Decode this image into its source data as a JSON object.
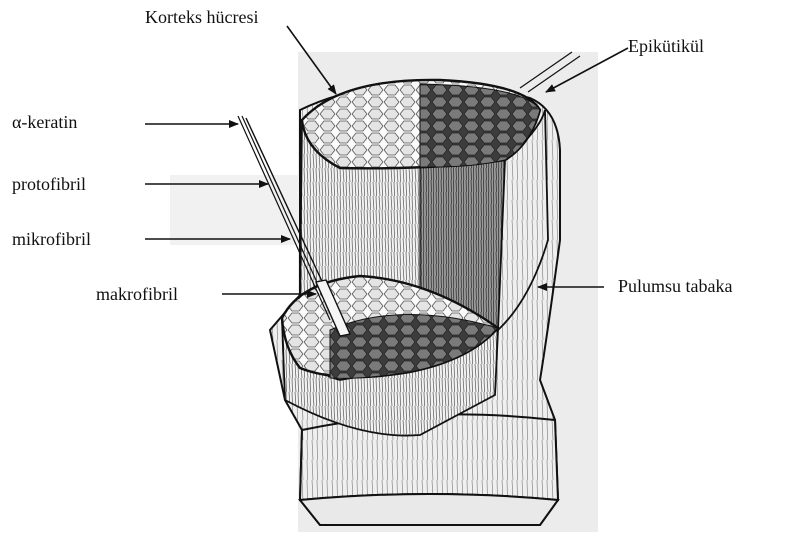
{
  "labels": {
    "korteks": "Korteks hücresi",
    "epikutikul": "Epikütikül",
    "alpha_keratin": "α-keratin",
    "protofibril": "protofibril",
    "mikrofibril": "mikrofibril",
    "makrofibril": "makrofibril",
    "pulumsu": "Pulumsu tabaka"
  },
  "colors": {
    "ink": "#111111",
    "paper_gray": "#e6e6e6",
    "cell_light": "#f4f4f4",
    "cell_dark": "#6e6e6e"
  }
}
